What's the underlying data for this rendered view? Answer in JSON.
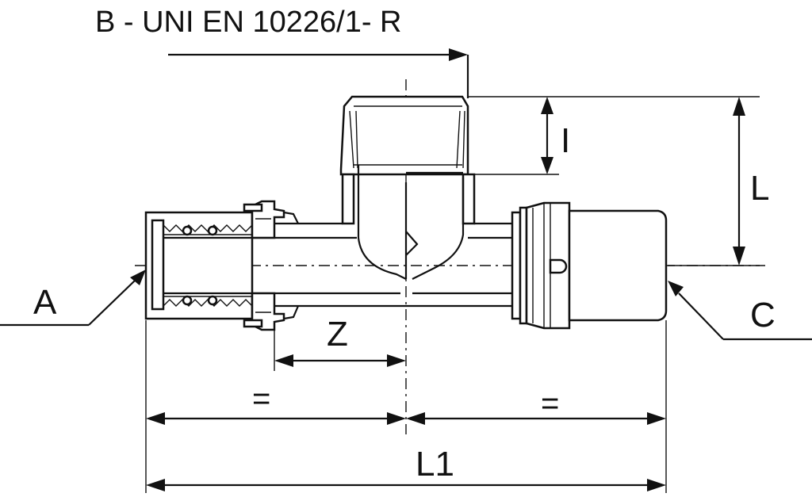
{
  "standard_label": "B - UNI EN 10226/1- R",
  "labels": {
    "port_a": "A",
    "port_c": "C",
    "thread_length": "I",
    "branch_length": "L",
    "socket_depth": "Z",
    "half_equal_left": "=",
    "half_equal_right": "=",
    "overall_length": "L1"
  },
  "colors": {
    "line": "#111111",
    "background": "#ffffff"
  }
}
